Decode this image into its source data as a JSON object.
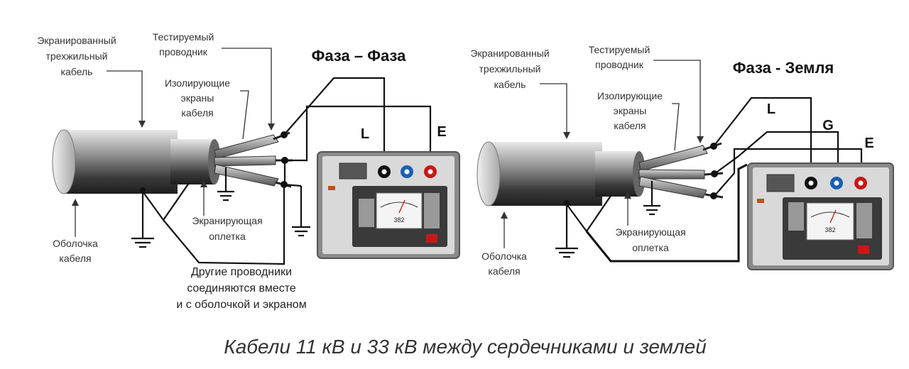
{
  "diagram_left": {
    "title": "Фаза – Фаза",
    "label_cable": [
      "Экранированный",
      "трехжильный",
      "кабель"
    ],
    "label_tested": [
      "Тестируемый",
      "проводник"
    ],
    "label_screens": [
      "Изолирующие",
      "экраны",
      "кабеля"
    ],
    "label_sheath": [
      "Оболочка",
      "кабеля"
    ],
    "label_braid": [
      "Экранирующая",
      "оплетка"
    ],
    "label_others": [
      "Другие проводники",
      "соединяются вместе",
      "и с оболочкой и экраном"
    ],
    "term_l": "L",
    "term_e": "E",
    "meter_reading": "382"
  },
  "diagram_right": {
    "title": "Фаза - Земля",
    "label_cable": [
      "Экранированный",
      "трехжильный",
      "кабель"
    ],
    "label_tested": [
      "Тестируемый",
      "проводник"
    ],
    "label_screens": [
      "Изолирующие",
      "экраны",
      "кабеля"
    ],
    "label_sheath": [
      "Оболочка",
      "кабеля"
    ],
    "label_braid": [
      "Экранирующая",
      "оплетка"
    ],
    "term_l": "L",
    "term_g": "G",
    "term_e": "E",
    "meter_reading": "382"
  },
  "caption": "Кабели 11 кВ и 33 кВ между сердечниками и землей"
}
